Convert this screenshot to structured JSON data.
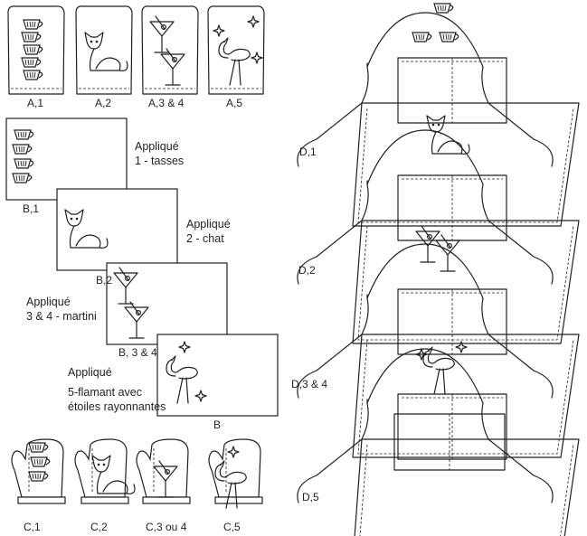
{
  "towels": {
    "a1": "A,1",
    "a2": "A,2",
    "a34": "A,3 & 4",
    "a5": "A,5"
  },
  "placemats": {
    "b1": "B,1",
    "b2": "B,2",
    "b34": "B, 3 & 4",
    "b": "B"
  },
  "mitts": {
    "c1": "C,1",
    "c2": "C,2",
    "c34": "C,3 ou 4",
    "c5": "C,5"
  },
  "aprons": {
    "d1": "D,1",
    "d2": "D,2",
    "d34": "D,3 & 4",
    "d5": "D,5"
  },
  "applique": {
    "a1_l1": "Appliqué",
    "a1_l2": "1 - tasses",
    "a2_l1": "Appliqué",
    "a2_l2": "2 - chat",
    "a3_l1": "Appliqué",
    "a3_l2": "3 & 4 - martini",
    "a5_l1": "Appliqué",
    "a5_l2": "5-flamant avec",
    "a5_l3": "étoiles rayonnantes"
  }
}
